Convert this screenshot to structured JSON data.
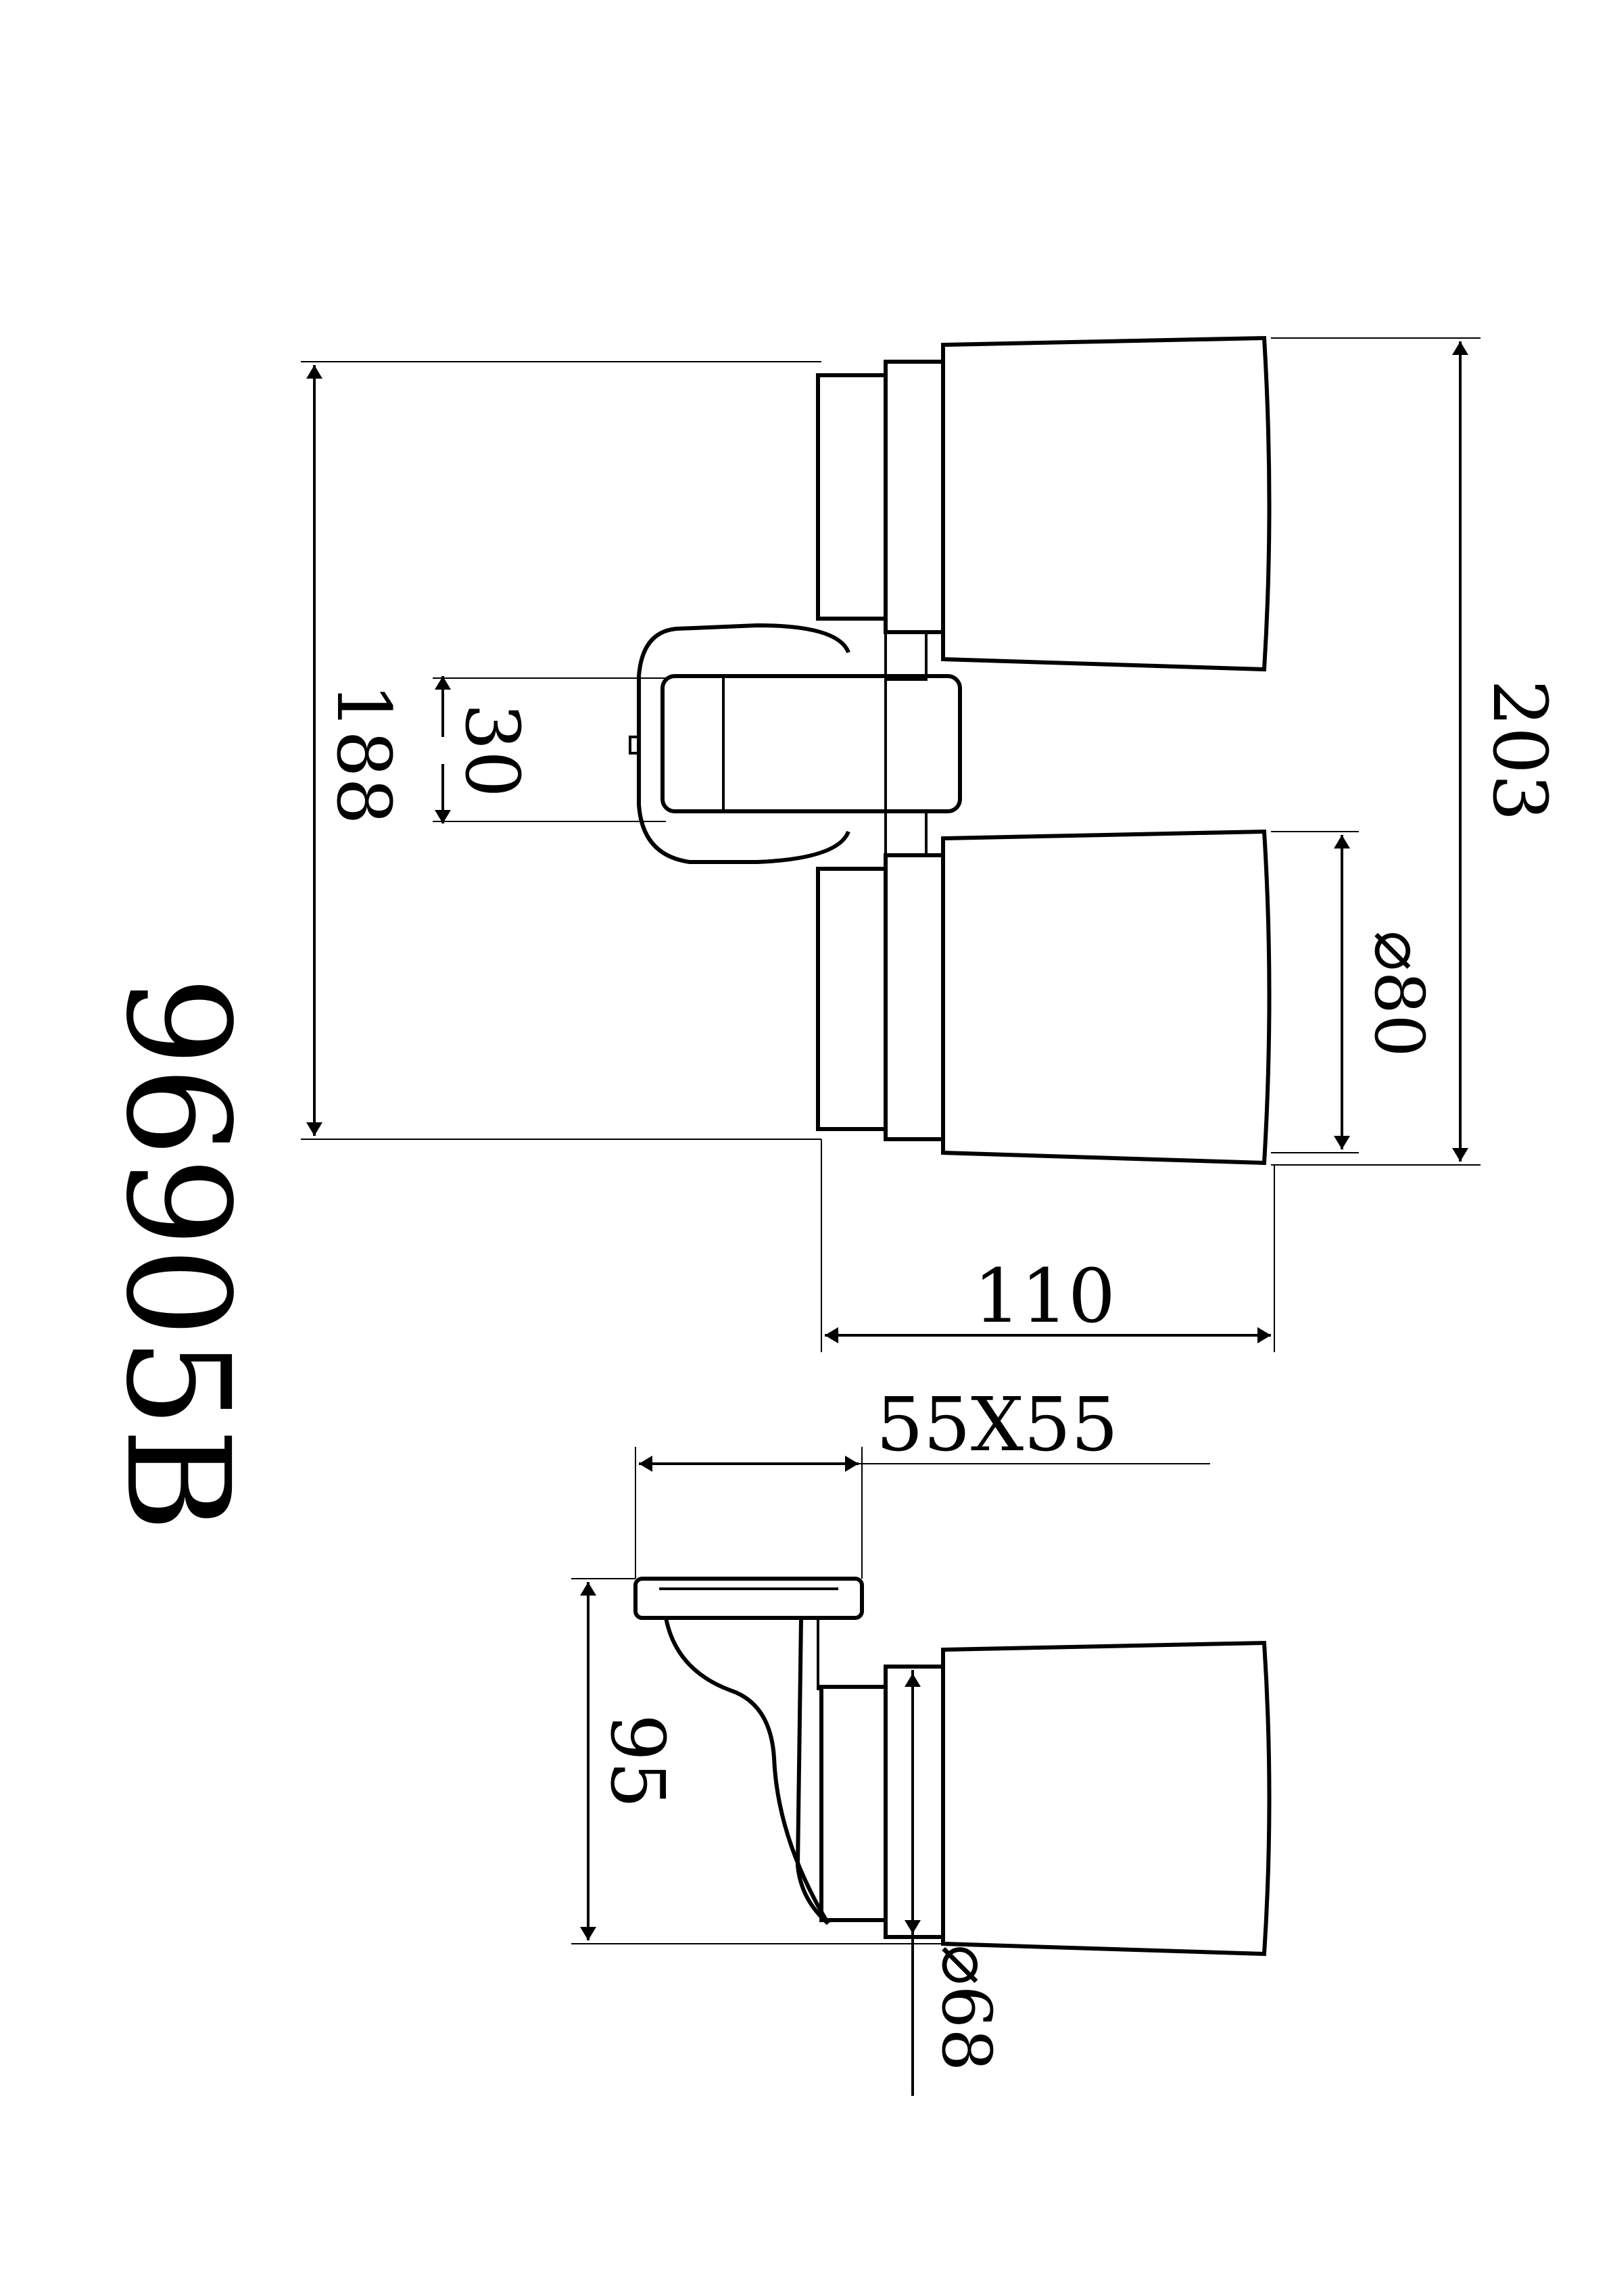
{
  "title": "96905B",
  "dimensions": {
    "total_height": "203",
    "lamp_span": "188",
    "base_width": "30",
    "shade_top": "⌀80",
    "depth": "110",
    "plate": "55X55",
    "projection": "95",
    "shade_side": "⌀68"
  },
  "colors": {
    "line": "#000000",
    "background": "#ffffff"
  }
}
